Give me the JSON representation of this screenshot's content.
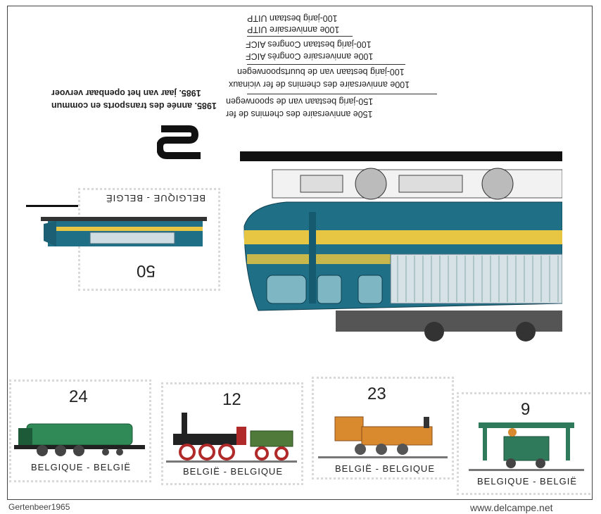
{
  "anniversaries": {
    "line1": "150e anniversaire des chemins de fer",
    "line2": "150-jarig bestaan van de spoorwegen",
    "line3": "100e anniversaire des chemins de fer vicinaux",
    "line4": "100-jarig bestaan van de buurtspoorwegen",
    "line5": "100e anniversaire Congrès AICF",
    "line6": "100-jarig bestaan Congres AICF",
    "line7": "100e anniversaire UITP",
    "line8": "100-jarig bestaan UITP"
  },
  "public_transport_year": {
    "fr": "1985. année des transports en commun",
    "nl": "1985. jaar van het openbaar vervoer"
  },
  "sheet_stamp": {
    "value": "50",
    "country": "BELGIQUE - BELGIË"
  },
  "stamps": [
    {
      "value": "24",
      "country": "BELGIQUE - BELGIË",
      "body_color": "#2f8a57"
    },
    {
      "value": "12",
      "country": "BELGIË - BELGIQUE",
      "body_color": "#b02a2a"
    },
    {
      "value": "23",
      "country": "BELGIË - BELGIQUE",
      "body_color": "#d98a2f"
    },
    {
      "value": "9",
      "country": "BELGIQUE - BELGIË",
      "body_color": "#2f7a5a"
    }
  ],
  "footer": {
    "left": "Gertenbeer1965",
    "right": "www.delcampe.net"
  },
  "colors": {
    "loco_teal": "#1f6f86",
    "loco_yellow": "#e6c642",
    "frame": "#444444"
  }
}
